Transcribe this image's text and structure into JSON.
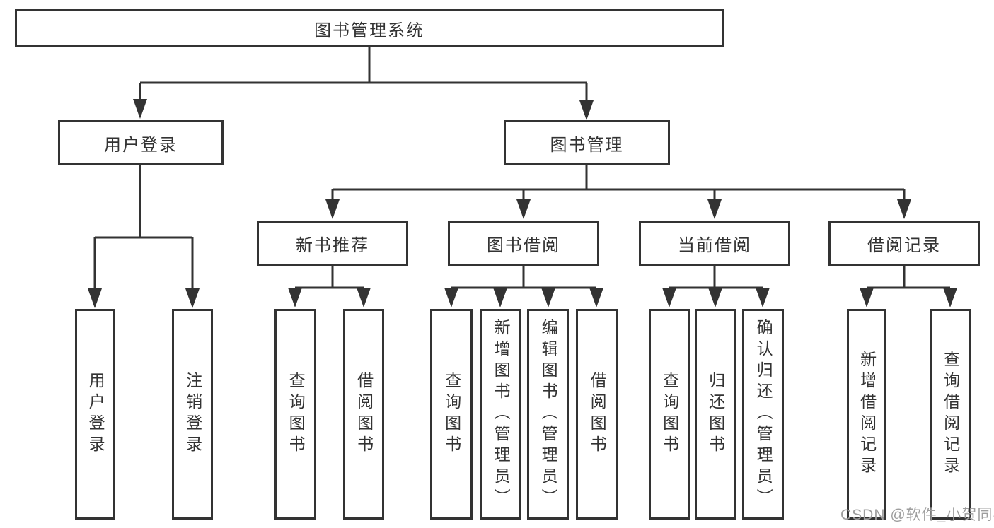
{
  "colors": {
    "line": "#333333",
    "text": "#333333",
    "background": "#ffffff",
    "watermark": "#9e9e9e"
  },
  "watermark": {
    "text": "CSDN @软件_小贺同学"
  },
  "tree": {
    "root": {
      "label": "图书管理系统"
    },
    "branches": [
      {
        "id": "user-login",
        "label": "用户登录",
        "children": [
          {
            "label": "用户登录"
          },
          {
            "label": "注销登录"
          }
        ]
      },
      {
        "id": "book-management",
        "label": "图书管理",
        "sections": [
          {
            "id": "new-book-recommend",
            "label": "新书推荐",
            "children": [
              {
                "label": "查询图书"
              },
              {
                "label": "借阅图书"
              }
            ]
          },
          {
            "id": "book-borrow",
            "label": "图书借阅",
            "children": [
              {
                "label": "查询图书"
              },
              {
                "label": "新增图书（管理员）"
              },
              {
                "label": "编辑图书（管理员）"
              },
              {
                "label": "借阅图书"
              }
            ]
          },
          {
            "id": "current-borrow",
            "label": "当前借阅",
            "children": [
              {
                "label": "查询图书"
              },
              {
                "label": "归还图书"
              },
              {
                "label": "确认归还（管理员）"
              }
            ]
          },
          {
            "id": "borrow-record",
            "label": "借阅记录",
            "children": [
              {
                "label": "新增借阅记录"
              },
              {
                "label": "查询借阅记录"
              }
            ]
          }
        ]
      }
    ]
  }
}
